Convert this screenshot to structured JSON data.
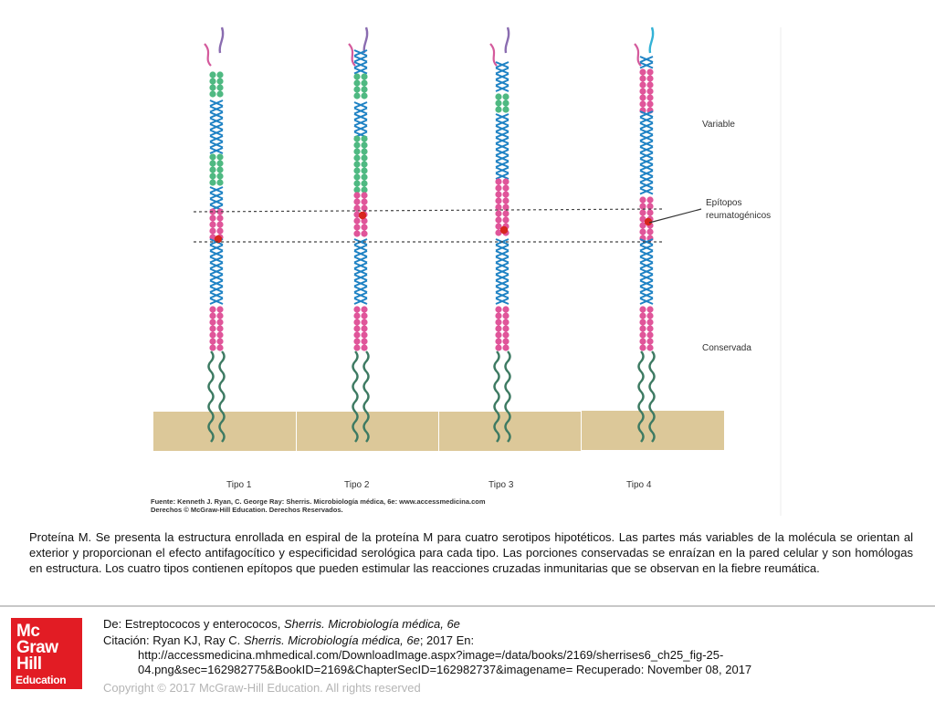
{
  "figure": {
    "labels": {
      "variable": "Variable",
      "epitopes_line1": "Epítopos",
      "epitopes_line2": "reumatogénicos",
      "conserved": "Conservada"
    },
    "types": [
      "Tipo 1",
      "Tipo 2",
      "Tipo 3",
      "Tipo 4"
    ],
    "credit_line1": "Fuente: Kenneth J. Ryan, C. George Ray: Sherris. Microbiología médica, 6e: www.accessmedicina.com",
    "credit_line2": "Derechos © McGraw-Hill Education. Derechos Reservados.",
    "colors": {
      "pink": "#e0559a",
      "green": "#4fb982",
      "blue": "#1e82c4",
      "purple": "#8a6cb0",
      "tail": "#3d7a62",
      "epitope": "#d7261e",
      "wall": "#dcc899"
    }
  },
  "caption": "Proteína M. Se presenta la estructura enrollada en espiral de la proteína M para cuatro serotipos hipotéticos. Las partes más variables de la molécula se orientan al exterior y proporcionan el efecto antifagocítico y especificidad serológica para cada tipo. Las porciones conservadas se enraízan en la pared celular y son homólogas en estructura. Los cuatro tipos contienen epítopos que pueden estimular las reacciones cruzadas inmunitarias que se observan en la fiebre reumática.",
  "footer": {
    "logo": {
      "line1": "Mc",
      "line2": "Graw",
      "line3": "Hill",
      "line4": "Education"
    },
    "source_prefix": "De: Estreptococos y enterococos, ",
    "source_book": "Sherris. Microbiología médica, 6e",
    "citation_prefix": "Citación: Ryan KJ, Ray C. ",
    "citation_book": "Sherris. Microbiología médica, 6e",
    "citation_suffix": "; 2017 En:",
    "citation_url": "http://accessmedicina.mhmedical.com/DownloadImage.aspx?image=/data/books/2169/sherrises6_ch25_fig-25-04.png&sec=162982775&BookID=2169&ChapterSecID=162982737&imagename= Recuperado: November 08, 2017",
    "copyright": "Copyright © 2017 McGraw-Hill Education. All rights reserved"
  }
}
